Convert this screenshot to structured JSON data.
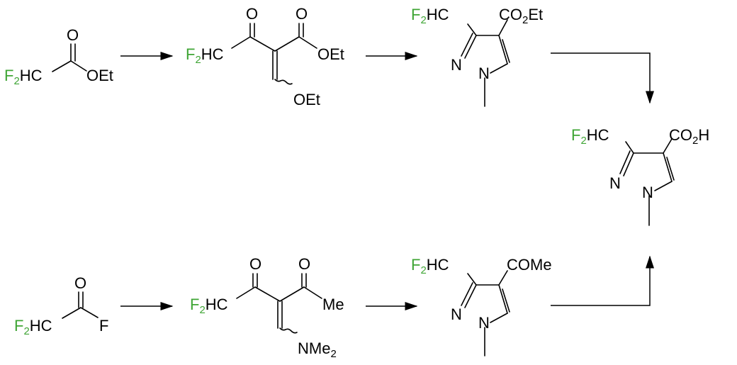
{
  "colors": {
    "fluorine": "#3fa535",
    "ink": "#000000"
  },
  "s1": {
    "f2": "F",
    "f2sub": "2",
    "hc": "HC",
    "o": "O",
    "oet": "OEt"
  },
  "s2": {
    "o1": "O",
    "o2": "O",
    "f2": "F",
    "f2sub": "2",
    "hc": "HC",
    "oet": "OEt",
    "oet2": "OEt"
  },
  "s3": {
    "f2": "F",
    "f2sub": "2",
    "hc": "HC",
    "co": "CO",
    "cosub": "2",
    "et": "Et",
    "n1": "N",
    "n2": "N"
  },
  "s4": {
    "f2": "F",
    "f2sub": "2",
    "hc": "HC",
    "co": "CO",
    "cosub": "2",
    "h": "H",
    "n1": "N",
    "n2": "N"
  },
  "s5": {
    "f2": "F",
    "f2sub": "2",
    "hc": "HC",
    "o": "O",
    "f": "F"
  },
  "s6": {
    "o1": "O",
    "o2": "O",
    "f2": "F",
    "f2sub": "2",
    "hc": "HC",
    "me": "Me",
    "nme": "NMe",
    "nmesub": "2"
  },
  "s7": {
    "f2": "F",
    "f2sub": "2",
    "hc": "HC",
    "come": "COMe",
    "n1": "N",
    "n2": "N"
  }
}
